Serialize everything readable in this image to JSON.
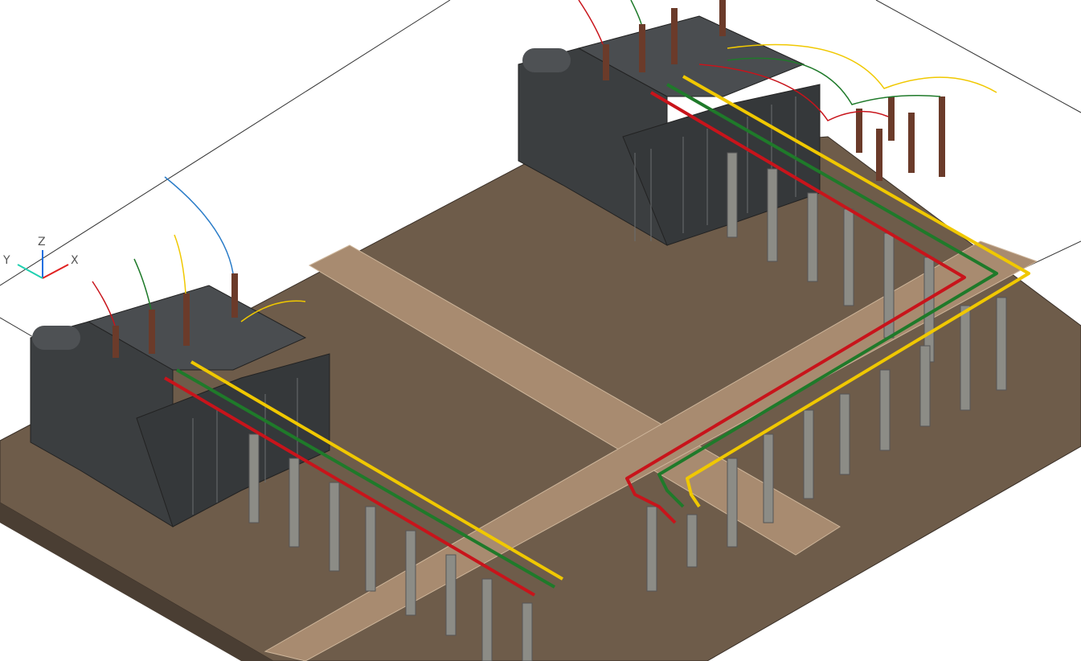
{
  "viewport": {
    "axes": {
      "z_label": "Z",
      "y_label": "Y",
      "x_label": "X"
    },
    "colors": {
      "ground": "#6e5c4a",
      "path": "#a88b70",
      "transformer": "#3b3e40",
      "phase_a": "#c8141b",
      "phase_b": "#1f7a2a",
      "phase_c": "#f0c800",
      "post": "#8c8c86",
      "insulator": "#6b3b2a"
    }
  }
}
